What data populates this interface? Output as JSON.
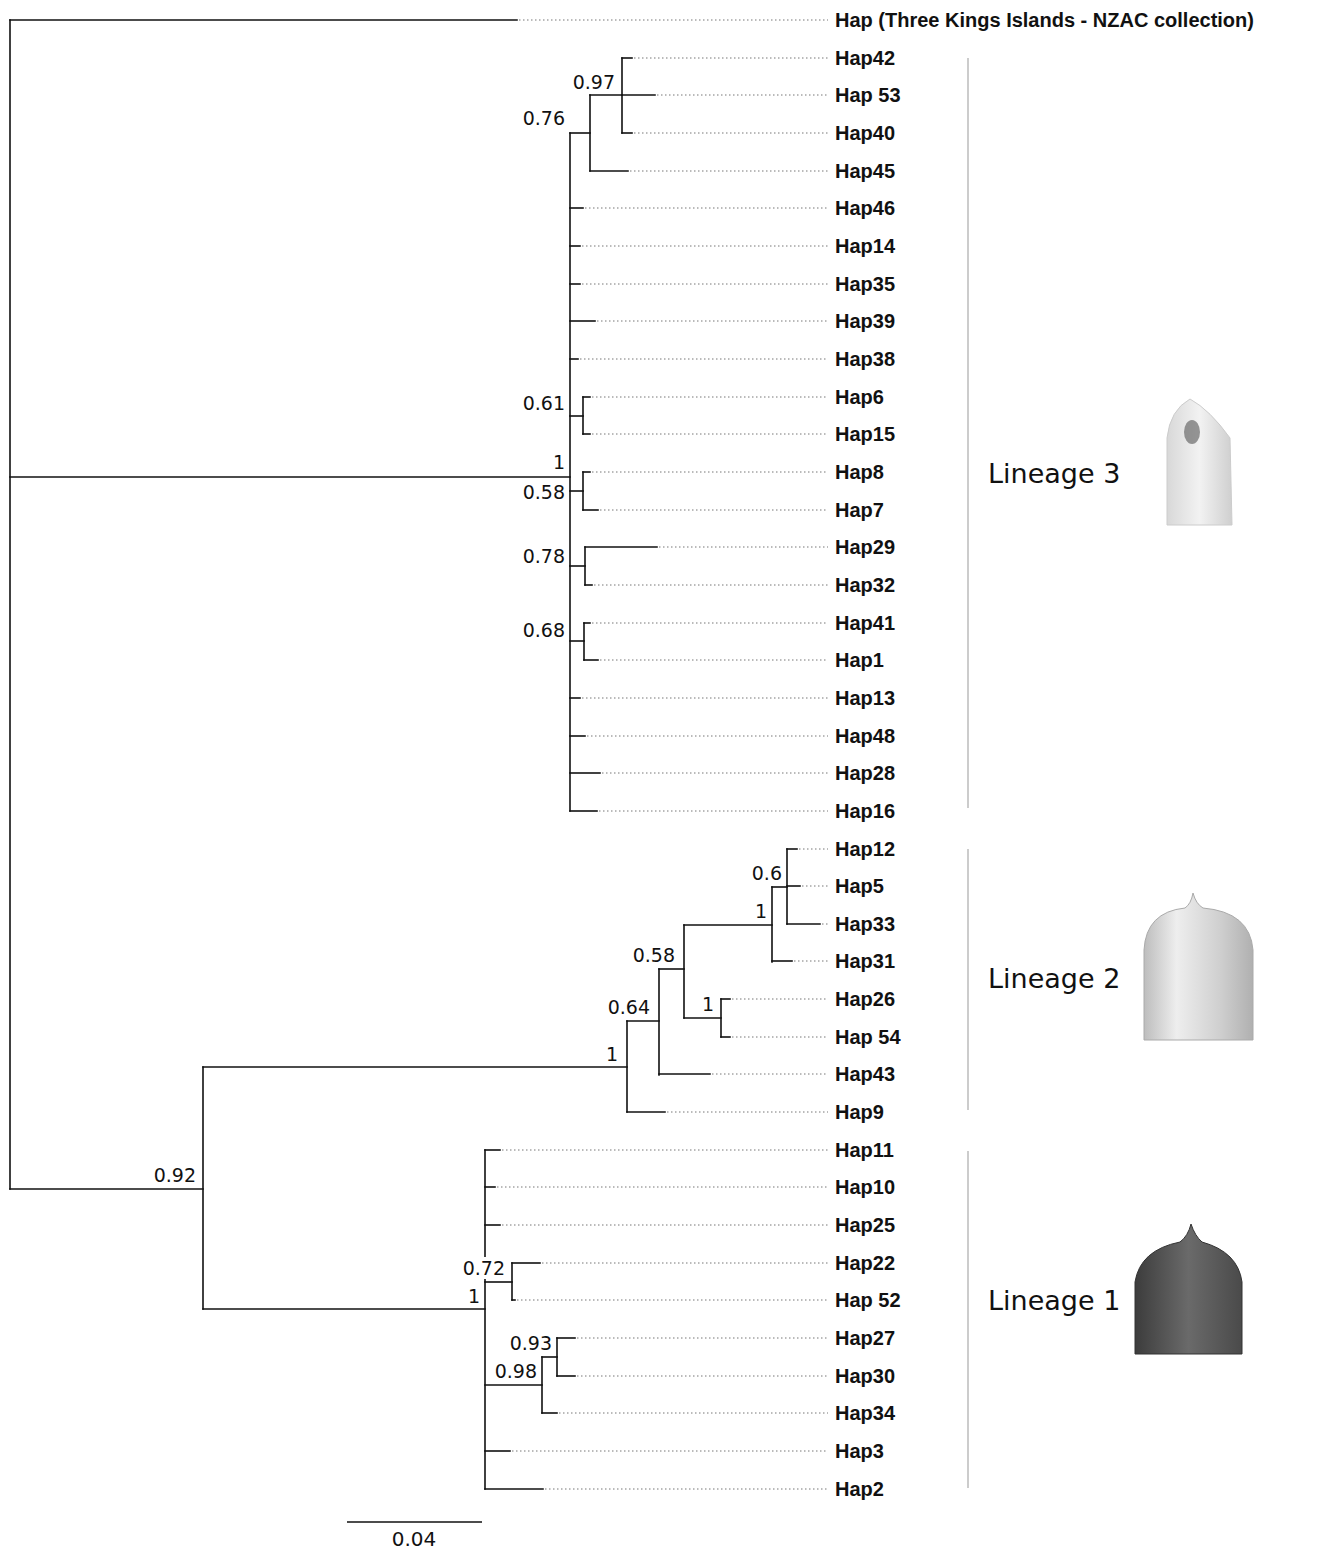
{
  "diagram": {
    "labels": [
      "Hap (Three Kings Islands - NZAC collection)",
      "Hap42",
      "Hap 53",
      "Hap40",
      "Hap45",
      "Hap46",
      "Hap14",
      "Hap35",
      "Hap39",
      "Hap38",
      "Hap6",
      "Hap15",
      "Hap8",
      "Hap7",
      "Hap29",
      "Hap32",
      "Hap41",
      "Hap1",
      "Hap13",
      "Hap48",
      "Hap28",
      "Hap16",
      "Hap12",
      "Hap5",
      "Hap33",
      "Hap31",
      "Hap26",
      "Hap 54",
      "Hap43",
      "Hap9",
      "Hap11",
      "Hap10",
      "Hap25",
      "Hap22",
      "Hap 52",
      "Hap27",
      "Hap30",
      "Hap34",
      "Hap3",
      "Hap2",
      "0.97",
      "0.76",
      "0.61",
      "1",
      "0.58",
      "0.78",
      "0.68",
      "0.6",
      "1",
      "0.58",
      "1",
      "0.64",
      "1",
      "0.92",
      "0.72",
      "1",
      "0.93",
      "0.98",
      "Lineage 3",
      "Lineage 2",
      "Lineage 1",
      "0.04"
    ]
  }
}
